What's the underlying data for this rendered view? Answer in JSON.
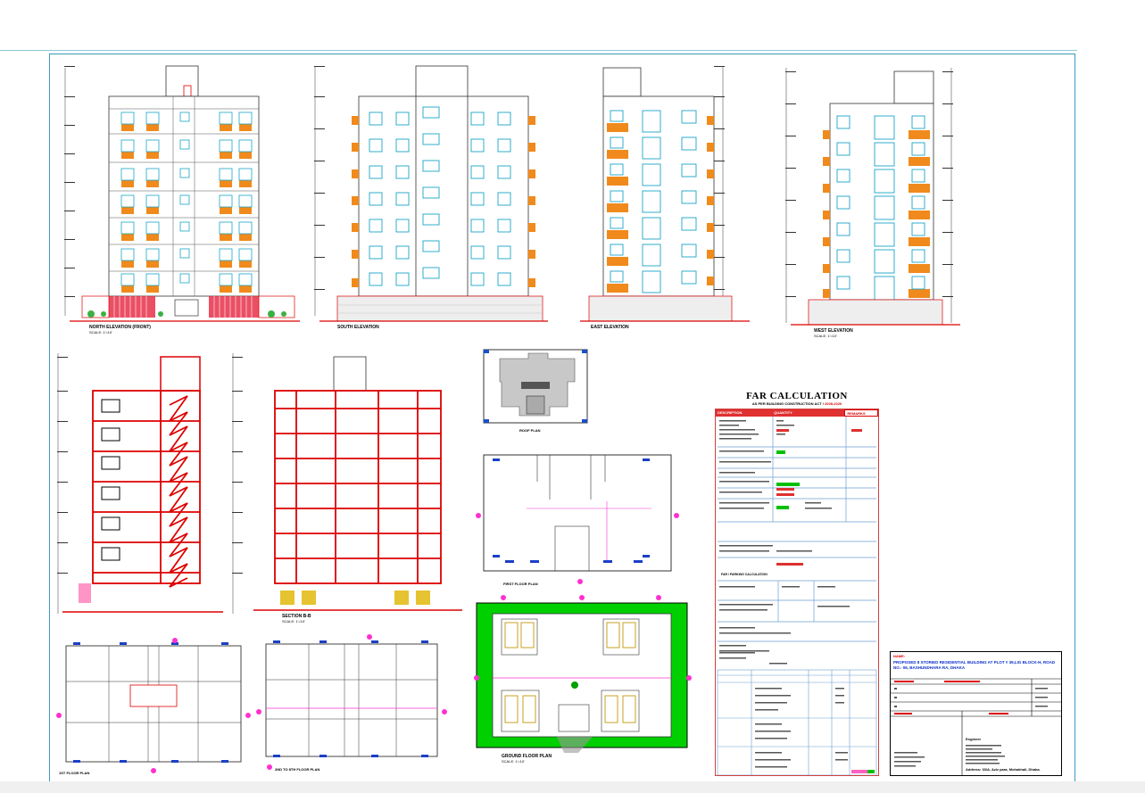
{
  "elevations": {
    "north": {
      "label": "NORTH ELEVATION (FRONT)",
      "scale": "SCALE: 1'=10'"
    },
    "south": {
      "label": "SOUTH ELEVATION"
    },
    "east": {
      "label": "EAST ELEVATION"
    },
    "west": {
      "label": "WEST ELEVATION",
      "scale": "SCALE: 1'=10'"
    }
  },
  "sections": {
    "bb": {
      "label": "SECTION B-B",
      "scale": "SCALE: 1'=10'"
    }
  },
  "plans": {
    "roof": {
      "label": "ROOF PLAN"
    },
    "ground": {
      "label": "GROUND FLOOR PLAN",
      "scale": "SCALE: 1'=10'"
    }
  },
  "far": {
    "title": "FAR CALCULATION",
    "subtitle": "AS PER BUILDING CONSTRUCTION ACT /",
    "subtitle_highlight": "2008-2020",
    "header_description": "DESCRIPTION",
    "header_quantity": "QUANTITY",
    "header_remarks": "REMARKS",
    "zoning_section": "FAR / PARKING CALCULATION"
  },
  "title_block": {
    "name_label": "NAME:",
    "project_title": "PROPOSED 8 STORIED RESIDENTIAL BUILDING AT PLOT # 39,LIG BLOCK-H, ROAD NO.- 06, BASHUNDHARA RA, DHAKA",
    "engineer_label": "Engineer",
    "address": "Address: 33/A, Aziz para, Mohakhali, Dhaka."
  },
  "colors": {
    "frame": "#3a9bbf",
    "outline": "#d40000",
    "window": "#1aa6c8",
    "balcony": "#f08a1c",
    "ground": "#00d000",
    "title_blue": "#0a2ecc"
  }
}
